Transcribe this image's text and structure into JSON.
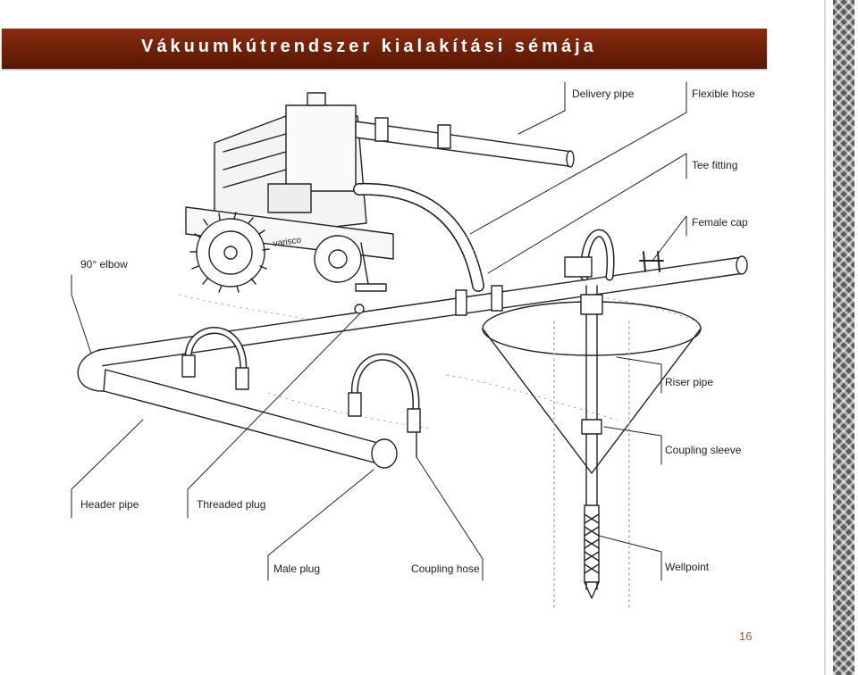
{
  "slide": {
    "title": "Vákuumkútrendszer kialakítási sémája",
    "page_number": "16"
  },
  "diagram": {
    "labels": {
      "delivery_pipe": "Delivery pipe",
      "flexible_hose": "Flexible hose",
      "tee_fitting": "Tee fitting",
      "female_cap": "Female cap",
      "elbow": "90° elbow",
      "riser_pipe": "Riser pipe",
      "coupling_sleeve": "Coupling sleeve",
      "header_pipe": "Header pipe",
      "threaded_plug": "Threaded plug",
      "male_plug": "Male plug",
      "coupling_hose": "Coupling hose",
      "wellpoint": "Wellpoint"
    },
    "pump_brand": "varisco"
  },
  "colors": {
    "title_bar": "#6e2008",
    "title_text": "#ffffff",
    "page_number": "#a05a2c"
  }
}
